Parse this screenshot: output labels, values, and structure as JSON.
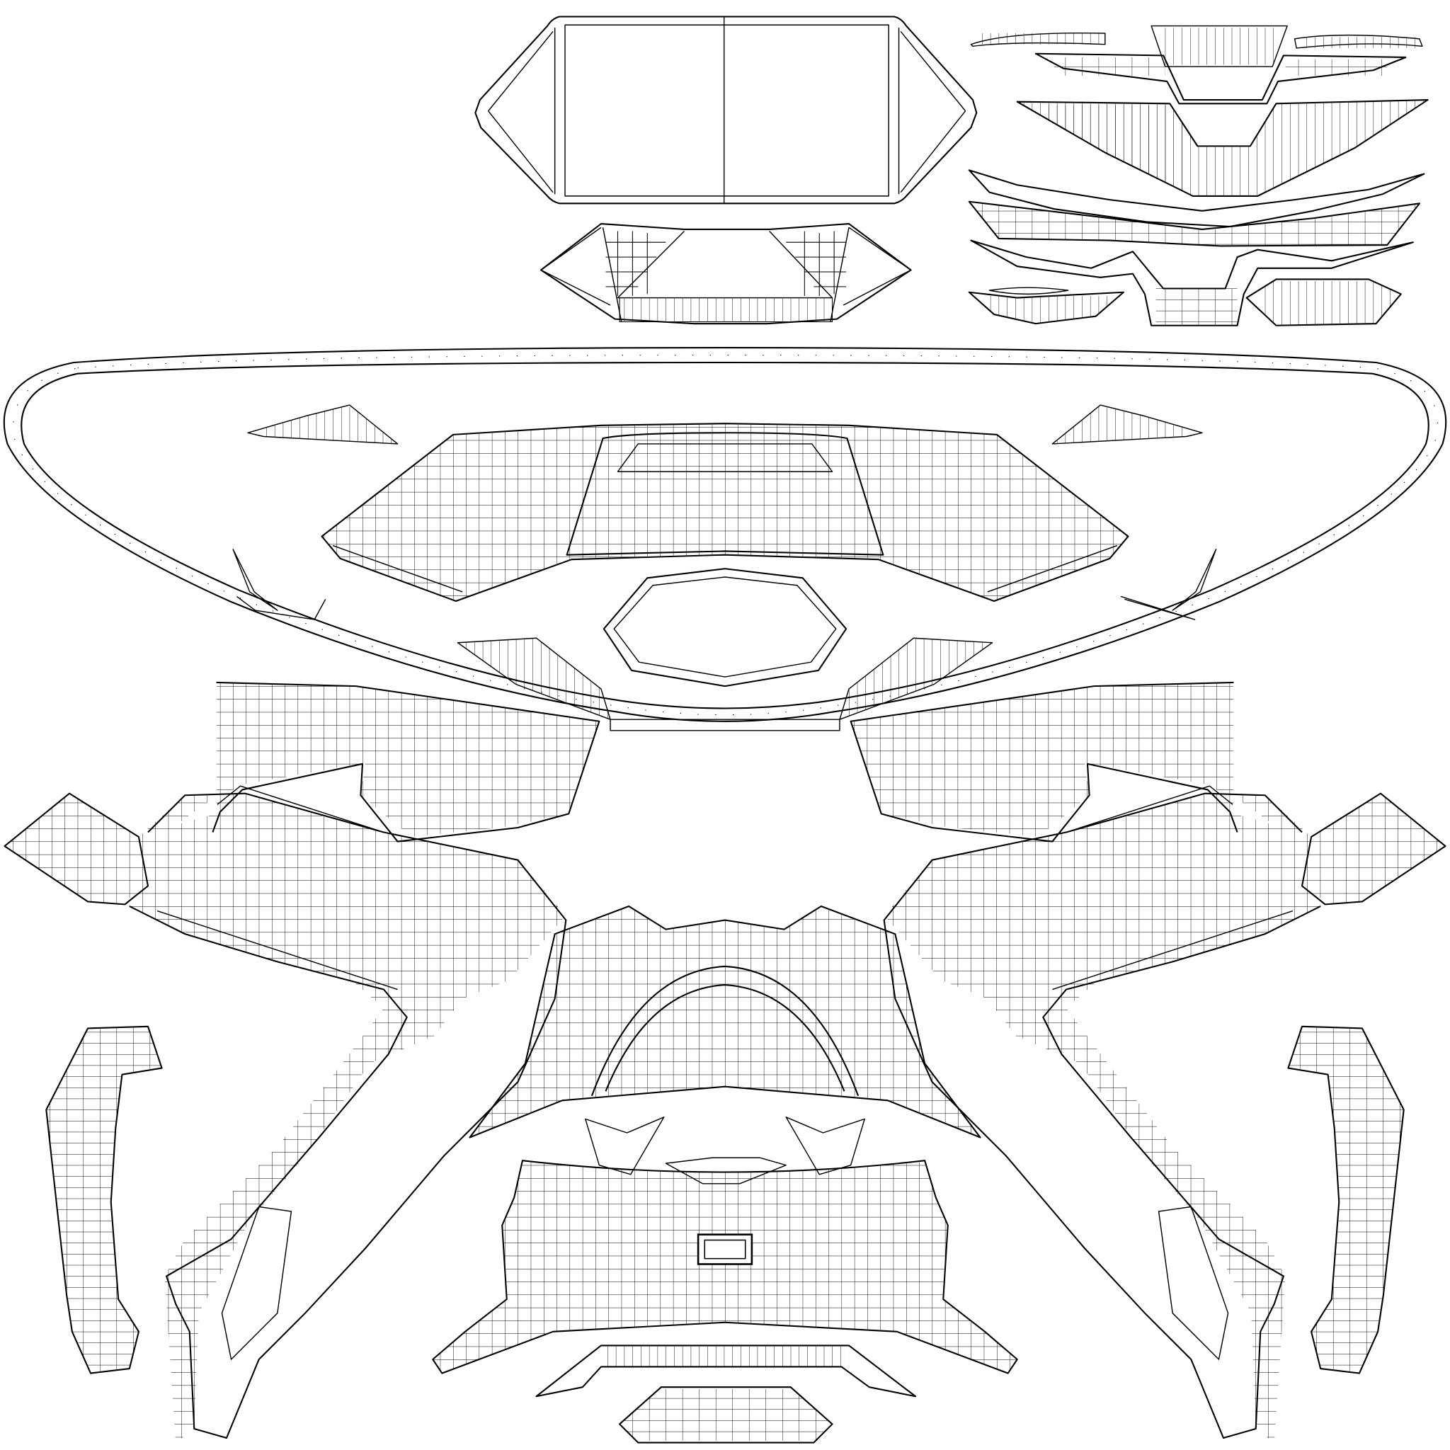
{
  "diagram": {
    "type": "uv-wireframe-layout",
    "background": "#ffffff",
    "line_color": "#000000",
    "islands": [
      {
        "name": "top-hexagon-panel",
        "description": "Elongated hexagon panel split vertically in center"
      },
      {
        "name": "trapezoid-frame-under-hexagon",
        "description": "Trapezoid ring with triangulated side wings"
      },
      {
        "name": "top-right-strip-cluster",
        "description": "Stack of thin curved strips and small panels"
      },
      {
        "name": "large-oval-ring",
        "description": "Wide oval rim band with segment divisions"
      },
      {
        "name": "center-dome-panel",
        "description": "Dense grid shield-shaped panel"
      },
      {
        "name": "octagon-ring",
        "description": "Small octagonal loop below dome"
      },
      {
        "name": "left-wing-shell",
        "description": "Large mirrored grid shell (left half)"
      },
      {
        "name": "right-wing-shell",
        "description": "Large mirrored grid shell (right half)"
      },
      {
        "name": "center-arch-panel",
        "description": "Arch-shaped grid panel at bottom center"
      },
      {
        "name": "left-hook-piece",
        "description": "Vertical hook-shaped piece at far left"
      },
      {
        "name": "right-hook-piece",
        "description": "Vertical hook-shaped piece at far right"
      },
      {
        "name": "bottom-center-bracket",
        "description": "Grid panel with small rectangular cutout"
      },
      {
        "name": "bottom-small-pieces",
        "description": "Small triangular and trapezoid pieces"
      }
    ],
    "text_labels": []
  }
}
